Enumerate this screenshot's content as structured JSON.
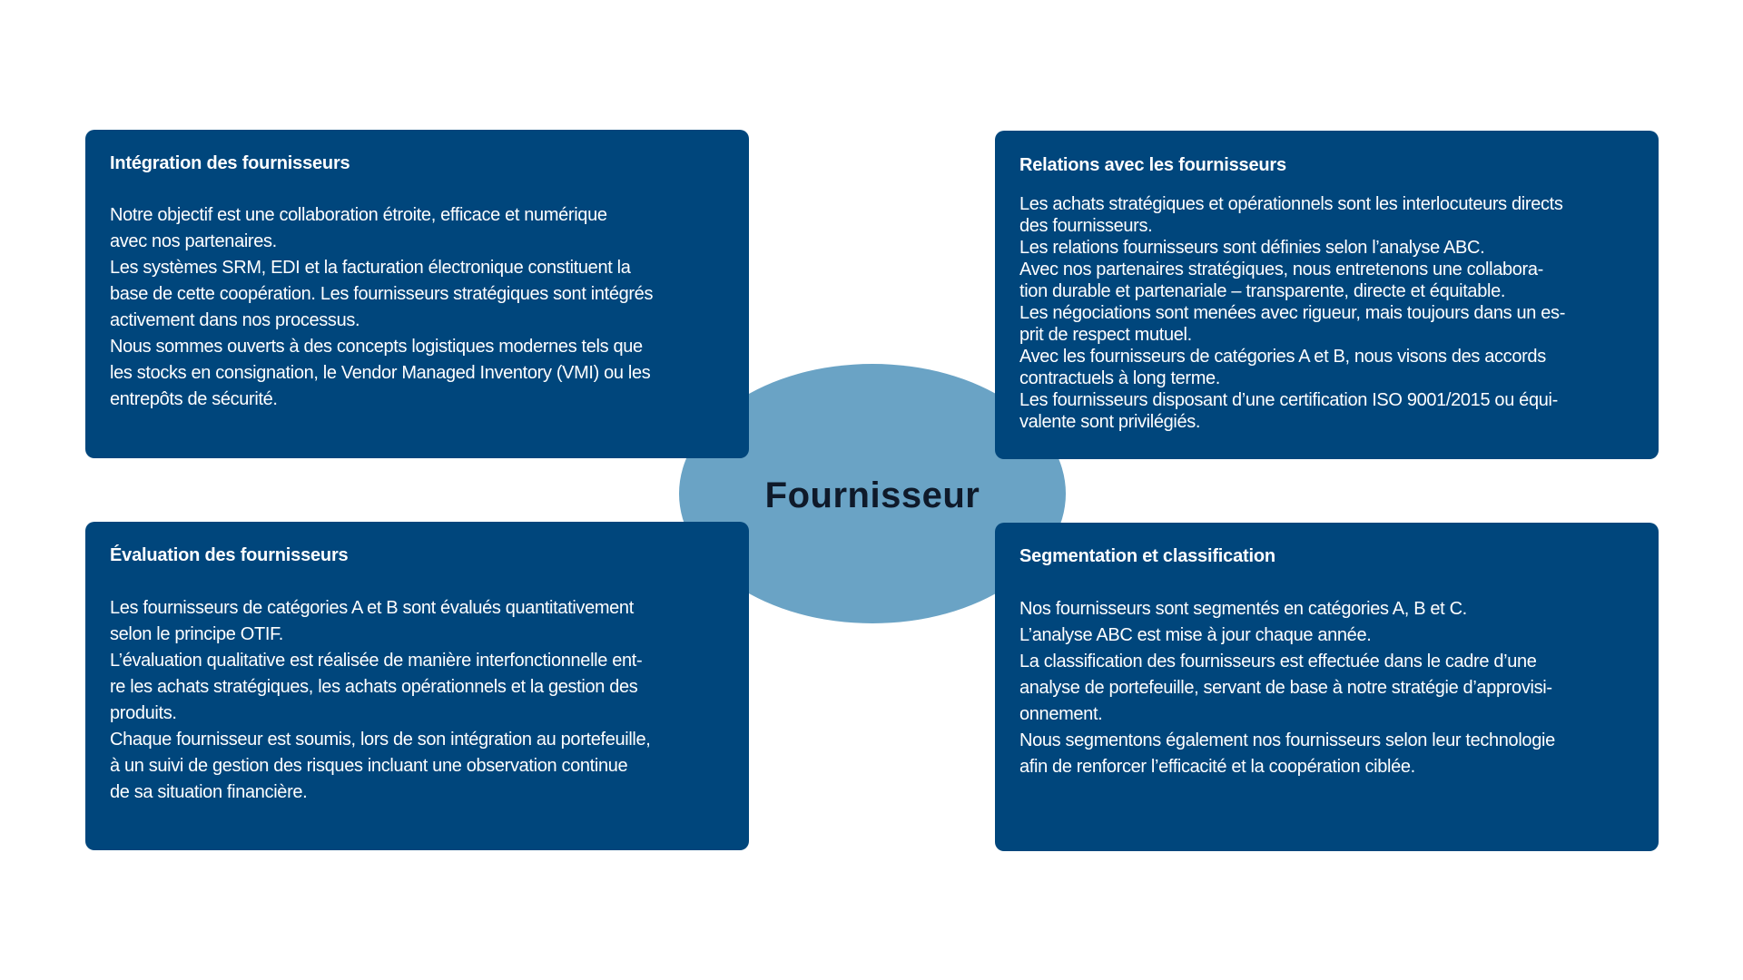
{
  "center": {
    "label": "Fournisseur"
  },
  "boxes": {
    "integration": {
      "title": "Intégration des fournisseurs",
      "lines": [
        "Notre objectif est une collaboration étroite, efficace et numérique",
        "avec nos partenaires.",
        "Les systèmes SRM, EDI et la facturation électronique constituent la",
        "base de cette coopération. Les fournisseurs stratégiques sont intégrés",
        "activement dans nos processus.",
        "Nous sommes ouverts à des concepts logistiques modernes tels que",
        "les stocks en consignation, le Vendor Managed Inventory (VMI) ou les",
        "entrepôts de sécurité."
      ]
    },
    "relations": {
      "title": "Relations avec les fournisseurs",
      "lines": [
        "Les achats stratégiques et opérationnels sont les interlocuteurs directs",
        "des fournisseurs.",
        "Les relations fournisseurs sont définies selon l’analyse ABC.",
        "Avec nos partenaires stratégiques, nous entretenons une collabora-",
        "tion durable et partenariale – transparente, directe et équitable.",
        "Les négociations sont menées avec rigueur, mais toujours dans un es-",
        "prit de respect mutuel.",
        "Avec les fournisseurs de catégories A et B, nous visons des accords",
        "contractuels à long terme.",
        "Les fournisseurs disposant d’une certification ISO 9001/2015 ou équi-",
        "valente sont privilégiés."
      ]
    },
    "evaluation": {
      "title": "Évaluation des fournisseurs",
      "lines": [
        "Les fournisseurs de catégories A et B sont évalués quantitativement",
        "selon le principe OTIF.",
        "L’évaluation qualitative est réalisée de manière interfonctionnelle ent-",
        "re les achats stratégiques, les achats opérationnels et la gestion des",
        "produits.",
        "Chaque fournisseur est soumis, lors de son intégration au portefeuille,",
        "à un suivi de gestion des risques incluant une observation continue",
        "de sa situation financière."
      ]
    },
    "segmentation": {
      "title": "Segmentation et classification",
      "lines": [
        "Nos fournisseurs sont segmentés en catégories A, B et C.",
        "L’analyse ABC est mise à jour chaque année.",
        "La classification des fournisseurs est effectuée dans le cadre d’une",
        "analyse de portefeuille, servant de base à notre stratégie d’approvisi-",
        "onnement.",
        "Nous segmentons également nos fournisseurs selon leur technologie",
        "afin de renforcer l’efficacité et la coopération ciblée."
      ]
    }
  },
  "colors": {
    "box": "#00467c",
    "ellipse": "#6aa3c5",
    "text": "#ffffff",
    "center_text": "#0f1a2a"
  }
}
